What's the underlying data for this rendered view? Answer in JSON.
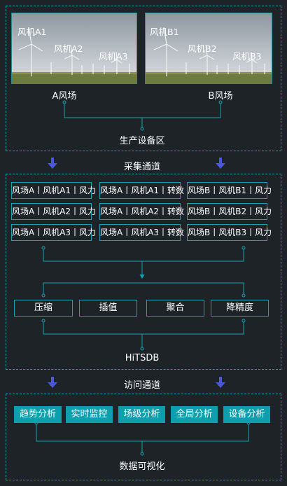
{
  "farms": [
    {
      "caption": "A风场",
      "turbines": [
        "风机A1",
        "风机A2",
        "风机A3"
      ]
    },
    {
      "caption": "B风场",
      "turbines": [
        "风机B1",
        "风机B2",
        "风机B3"
      ]
    }
  ],
  "zone_label": "生产设备区",
  "collect_label": "采集通道",
  "channels": [
    [
      "风场A丨风机A1丨风力",
      "风场A丨风机A1丨转数",
      "风场B丨风机B1丨风力"
    ],
    [
      "风场A丨风机A2丨风力",
      "风场A丨风机A2丨转数",
      "风场B丨风机B2丨风力"
    ],
    [
      "风场A丨风机A3丨风力",
      "风场A丨风机A3丨转数",
      "风场B丨风机B3丨风力"
    ]
  ],
  "processing": [
    "压缩",
    "插值",
    "聚合",
    "降精度"
  ],
  "database_label": "HiTSDB",
  "access_label": "访问通道",
  "applications": [
    "趋势分析",
    "实时监控",
    "场级分析",
    "全局分析",
    "设备分析"
  ],
  "visual_label": "数据可视化",
  "colors": {
    "background": "#1e2328",
    "accent": "#17a3b2",
    "button": "#0e9fae",
    "arrow": "#4a57e0"
  }
}
